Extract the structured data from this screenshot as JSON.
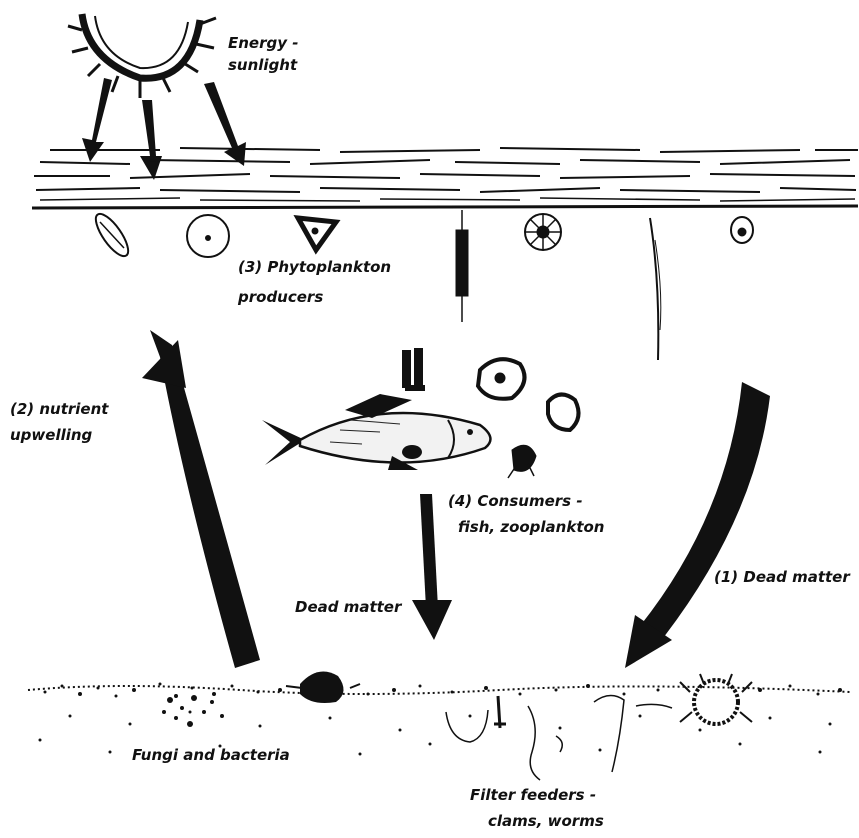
{
  "labels": {
    "energy_line1": "Energy -",
    "energy_line2": "sunlight",
    "phyto_line1": "(3) Phytoplankton",
    "phyto_line2": "producers",
    "nutrient_line1": "(2) nutrient",
    "nutrient_line2": "upwelling",
    "consumers_line1": "(4) Consumers -",
    "consumers_line2": "fish, zooplankton",
    "dead_matter_center": "Dead matter",
    "dead_matter_right": "(1) Dead matter",
    "fungi": "Fungi and bacteria",
    "filter_line1": "Filter feeders -",
    "filter_line2": "clams, worms"
  },
  "colors": {
    "ink": "#111111",
    "background": "#ffffff"
  }
}
